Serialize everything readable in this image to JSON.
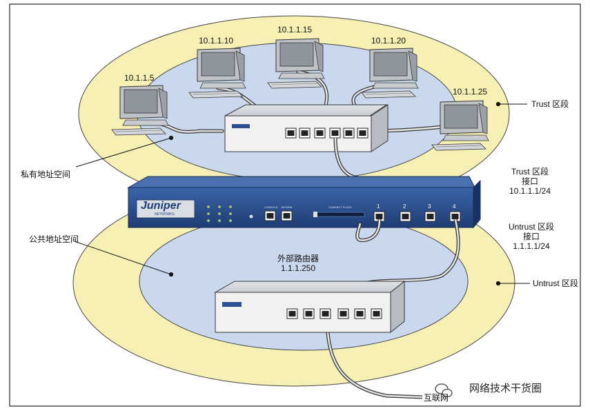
{
  "hosts": [
    {
      "ip": "10.1.1.5"
    },
    {
      "ip": "10.1.1.10"
    },
    {
      "ip": "10.1.1.15"
    },
    {
      "ip": "10.1.1.20"
    },
    {
      "ip": "10.1.1.25"
    }
  ],
  "zones": {
    "trust": "Trust 区段",
    "untrust": "Untrust 区段",
    "private_space": "私有地址空间",
    "public_space": "公共地址空间"
  },
  "trust_interface": {
    "line1": "Trust 区段",
    "line2": "接口",
    "line3": "10.1.1.1/24"
  },
  "untrust_interface": {
    "line1": "Untrust 区段",
    "line2": "接口",
    "line3": "1.1.1.1/24"
  },
  "external_router": {
    "name": "外部路由器",
    "ip": "1.1.1.250"
  },
  "internet": "互联网",
  "firewall": {
    "brand": "Juniper",
    "brand_sub": "NETWORKS",
    "port_numbers": [
      "1",
      "2",
      "3",
      "4"
    ],
    "console_label": "CONSOLE",
    "modem_label": "MODEM",
    "slot_label": "COMPACT FLASH"
  },
  "watermark": "网络技术干货圈",
  "colors": {
    "outer_ellipse": "#f6f0b4",
    "inner_ellipse": "#c9d8ec",
    "firewall_body": "#2b4f8e",
    "switch_body": "#f1f1f1"
  }
}
